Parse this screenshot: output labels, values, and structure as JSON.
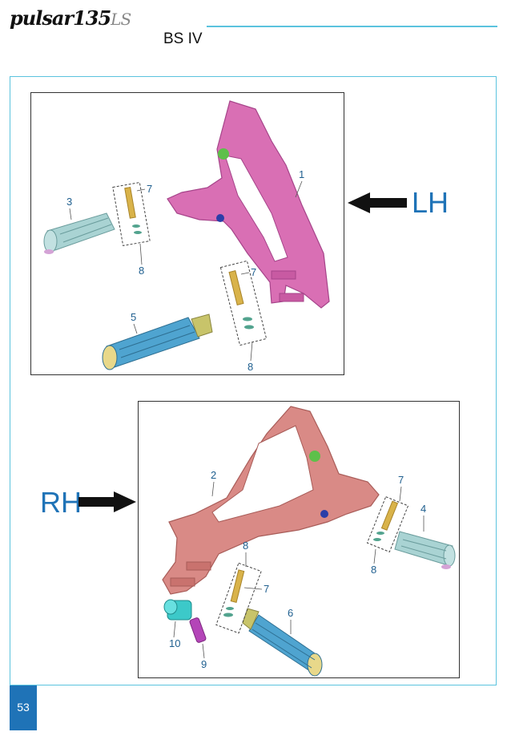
{
  "header": {
    "brand": "pulsar135",
    "brand_suffix": "LS",
    "variant": "BS IV"
  },
  "labels": {
    "lh": "LH",
    "rh": "RH"
  },
  "lh_callouts": [
    "1",
    "3",
    "5",
    "7",
    "8",
    "7",
    "8"
  ],
  "rh_callouts": [
    "2",
    "4",
    "6",
    "7",
    "8",
    "7",
    "8",
    "9",
    "10"
  ],
  "footer": {
    "page_number": "53"
  },
  "colors": {
    "accent": "#5bc3de",
    "label_blue": "#1f73b7",
    "lh_bracket": "#d96fb4",
    "rh_bracket": "#d98a86",
    "footrest_rear": "#a9d3d3",
    "footrest_front": "#4fa4d0",
    "pin": "#d9b34a"
  }
}
